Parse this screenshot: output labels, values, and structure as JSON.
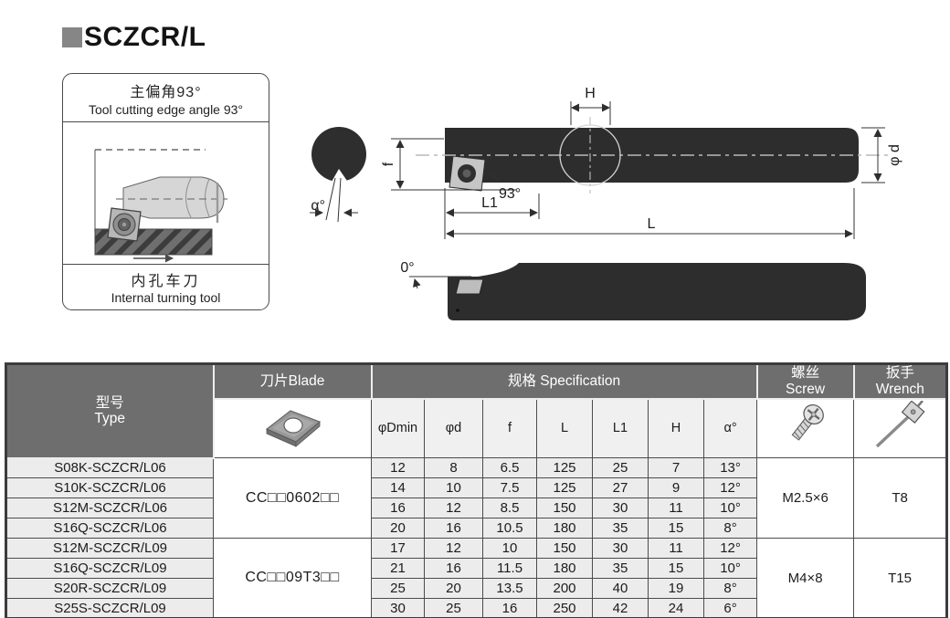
{
  "page": {
    "title": "SCZCR/L"
  },
  "info_box": {
    "header_cn": "主偏角93°",
    "header_en": "Tool cutting edge angle 93°",
    "footer_cn": "内孔车刀",
    "footer_en": "Internal turning tool"
  },
  "diagram": {
    "alpha_label": "α°",
    "h_label": "H",
    "f_label": "f",
    "angle_label": "93°",
    "l1_label": "L1",
    "l_label": "L",
    "phid_label": "φ d",
    "zero_label": "0°"
  },
  "table": {
    "headers": {
      "type_cn": "型号",
      "type_en": "Type",
      "blade": "刀片Blade",
      "spec": "规格 Specification",
      "screw_cn": "螺丝",
      "screw_en": "Screw",
      "wrench_cn": "扳手",
      "wrench_en": "Wrench",
      "sub": [
        "φDmin",
        "φd",
        "f",
        "L",
        "L1",
        "H",
        "α°"
      ]
    },
    "groups": [
      {
        "blade": "CC□□0602□□",
        "screw": "M2.5×6",
        "wrench": "T8",
        "rows": [
          {
            "type": "S08K-SCZCR/L06",
            "values": [
              "12",
              "8",
              "6.5",
              "125",
              "25",
              "7",
              "13°"
            ]
          },
          {
            "type": "S10K-SCZCR/L06",
            "values": [
              "14",
              "10",
              "7.5",
              "125",
              "27",
              "9",
              "12°"
            ]
          },
          {
            "type": "S12M-SCZCR/L06",
            "values": [
              "16",
              "12",
              "8.5",
              "150",
              "30",
              "11",
              "10°"
            ]
          },
          {
            "type": "S16Q-SCZCR/L06",
            "values": [
              "20",
              "16",
              "10.5",
              "180",
              "35",
              "15",
              "8°"
            ]
          }
        ]
      },
      {
        "blade": "CC□□09T3□□",
        "screw": "M4×8",
        "wrench": "T15",
        "rows": [
          {
            "type": "S12M-SCZCR/L09",
            "values": [
              "17",
              "12",
              "10",
              "150",
              "30",
              "11",
              "12°"
            ]
          },
          {
            "type": "S16Q-SCZCR/L09",
            "values": [
              "21",
              "16",
              "11.5",
              "180",
              "35",
              "15",
              "10°"
            ]
          },
          {
            "type": "S20R-SCZCR/L09",
            "values": [
              "25",
              "20",
              "13.5",
              "200",
              "40",
              "19",
              "8°"
            ]
          },
          {
            "type": "S25S-SCZCR/L09",
            "values": [
              "30",
              "25",
              "16",
              "250",
              "42",
              "24",
              "6°"
            ]
          }
        ]
      }
    ]
  },
  "colors": {
    "header_gray": "#6e6e6e",
    "row_gray": "#ececec",
    "tool_dark": "#2d2d2d",
    "bullet_gray": "#868686"
  }
}
